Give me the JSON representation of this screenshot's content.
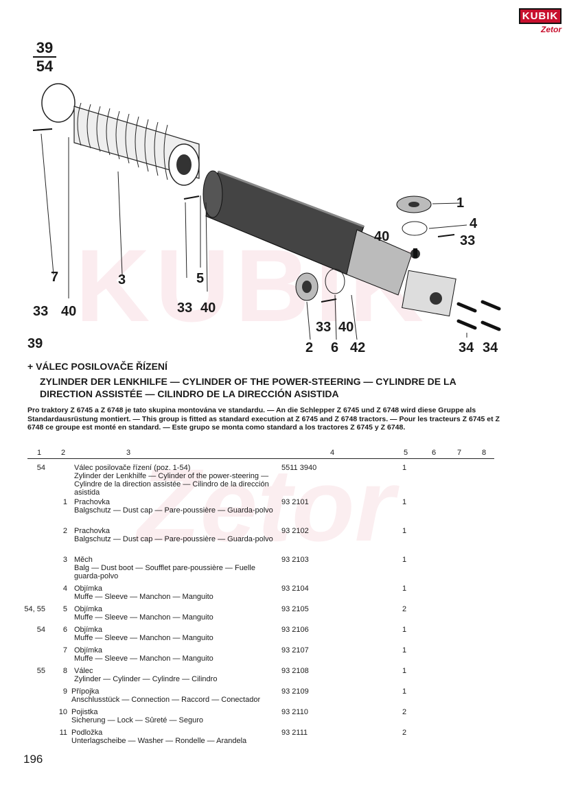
{
  "page_fraction": {
    "top": "39",
    "bottom": "54"
  },
  "logo": {
    "brand": "KUBIK",
    "sub": "Zetor"
  },
  "watermarks": {
    "main": "KUBIK",
    "second": "Zetor"
  },
  "callouts": [
    {
      "label": "1"
    },
    {
      "label": "4"
    },
    {
      "label": "40"
    },
    {
      "label": "33"
    },
    {
      "label": "7"
    },
    {
      "label": "3"
    },
    {
      "label": "33"
    },
    {
      "label": "5"
    },
    {
      "label": "33"
    },
    {
      "label": "40"
    },
    {
      "label": "33"
    },
    {
      "label": "40"
    },
    {
      "label": "2"
    },
    {
      "label": "33"
    },
    {
      "label": "40"
    },
    {
      "label": "6"
    },
    {
      "label": "42"
    },
    {
      "label": "34"
    },
    {
      "label": "34"
    }
  ],
  "group_number": "39",
  "title_cz": "+ VÁLEC POSILOVAČE ŘÍZENÍ",
  "title_multi": "ZYLINDER DER LENKHILFE — CYLINDER OF THE POWER-STEERING — CYLINDRE DE LA DIRECTION ASSISTÉE — CILINDRO DE LA DIRECCIÓN ASISTIDA",
  "note": "Pro traktory Z 6745 a Z 6748 je tato skupina montována ve standardu. — An die Schlepper Z 6745 und Z 6748 wird diese Gruppe als Standardausrüstung montiert. — This group is fitted as standard execution at Z 6745 and Z 6748 tractors. — Pour les tracteurs Z 6745 et Z 6748 ce groupe est monté en standard. — Este grupo se monta como standard a los tractores Z 6745 y Z 6748.",
  "columns": [
    "1",
    "2",
    "3",
    "4",
    "5",
    "6",
    "7",
    "8"
  ],
  "rows": [
    {
      "c1": "54",
      "c2": "",
      "c3a": "Válec posilovače řízení (poz. 1-54)",
      "c3b": "Zylinder der Lenkhilfe — Cylinder of the power-steering — Cylindre de la direction assistée — Cilindro de la dirección asistida",
      "c4": "5511 3940",
      "c5": "1"
    },
    {
      "c1": "",
      "c2": "1",
      "c3a": "Prachovka",
      "c3b": "Balgschutz — Dust cap — Pare-poussière — Guarda-polvo",
      "c4": "93 2101",
      "c5": "1"
    },
    {
      "c1": "",
      "c2": "2",
      "c3a": "Prachovka",
      "c3b": "Balgschutz — Dust cap — Pare-poussière — Guarda-polvo",
      "c4": "93 2102",
      "c5": "1"
    },
    {
      "c1": "",
      "c2": "3",
      "c3a": "Měch",
      "c3b": "Balg — Dust boot — Soufflet pare-poussière — Fuelle guarda-polvo",
      "c4": "93 2103",
      "c5": "1"
    },
    {
      "c1": "",
      "c2": "4",
      "c3a": "Objímka",
      "c3b": "Muffe — Sleeve — Manchon — Manguito",
      "c4": "93 2104",
      "c5": "1"
    },
    {
      "c1": "54, 55",
      "c2": "5",
      "c3a": "Objímka",
      "c3b": "Muffe — Sleeve — Manchon — Manguito",
      "c4": "93 2105",
      "c5": "2"
    },
    {
      "c1": "54",
      "c2": "6",
      "c3a": "Objímka",
      "c3b": "Muffe — Sleeve — Manchon — Manguito",
      "c4": "93 2106",
      "c5": "1"
    },
    {
      "c1": "",
      "c2": "7",
      "c3a": "Objímka",
      "c3b": "Muffe — Sleeve — Manchon — Manguito",
      "c4": "93 2107",
      "c5": "1"
    },
    {
      "c1": "55",
      "c2": "8",
      "c3a": "Válec",
      "c3b": "Zylinder — Cylinder — Cylindre — Cilindro",
      "c4": "93 2108",
      "c5": "1"
    },
    {
      "c1": "",
      "c2": "9",
      "c3a": "Přípojka",
      "c3b": "Anschlusstück — Connection — Raccord — Conectador",
      "c4": "93 2109",
      "c5": "1"
    },
    {
      "c1": "",
      "c2": "10",
      "c3a": "Pojistka",
      "c3b": "Sicherung — Lock — Sûreté — Seguro",
      "c4": "93 2110",
      "c5": "2"
    },
    {
      "c1": "",
      "c2": "11",
      "c3a": "Podložka",
      "c3b": "Unterlagscheibe — Washer — Rondelle — Arandela",
      "c4": "93 2111",
      "c5": "2"
    }
  ],
  "page_number": "196"
}
